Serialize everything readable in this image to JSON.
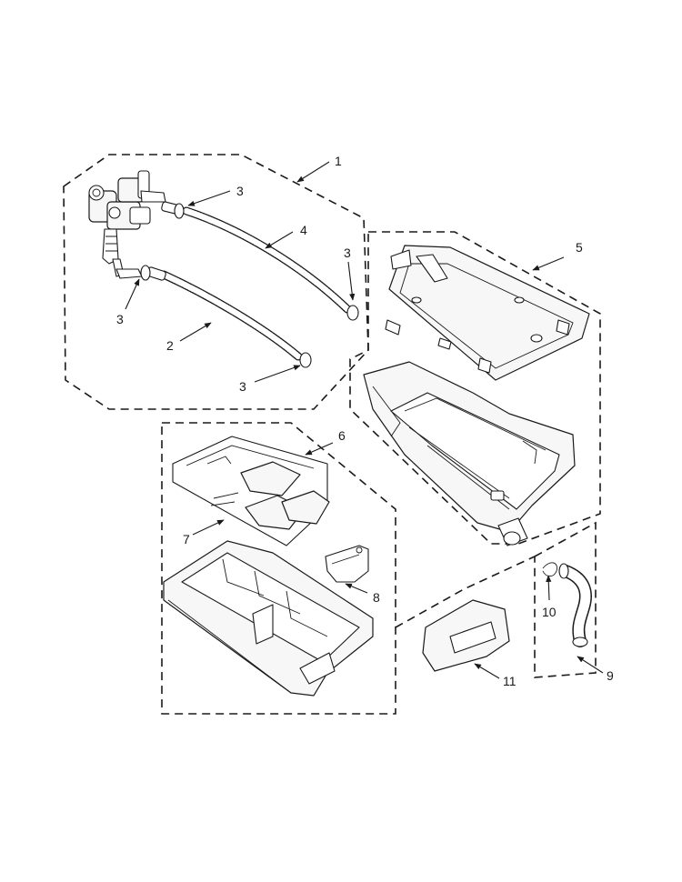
{
  "callouts": {
    "c1": "1",
    "c2": "2",
    "c3a": "3",
    "c3b": "3",
    "c3c": "3",
    "c3d": "3",
    "c4": "4",
    "c5": "5",
    "c6": "6",
    "c7": "7",
    "c8": "8",
    "c9": "9",
    "c10": "10",
    "c11": "11"
  },
  "colors": {
    "line": "#1a1a1a",
    "background": "#ffffff"
  }
}
